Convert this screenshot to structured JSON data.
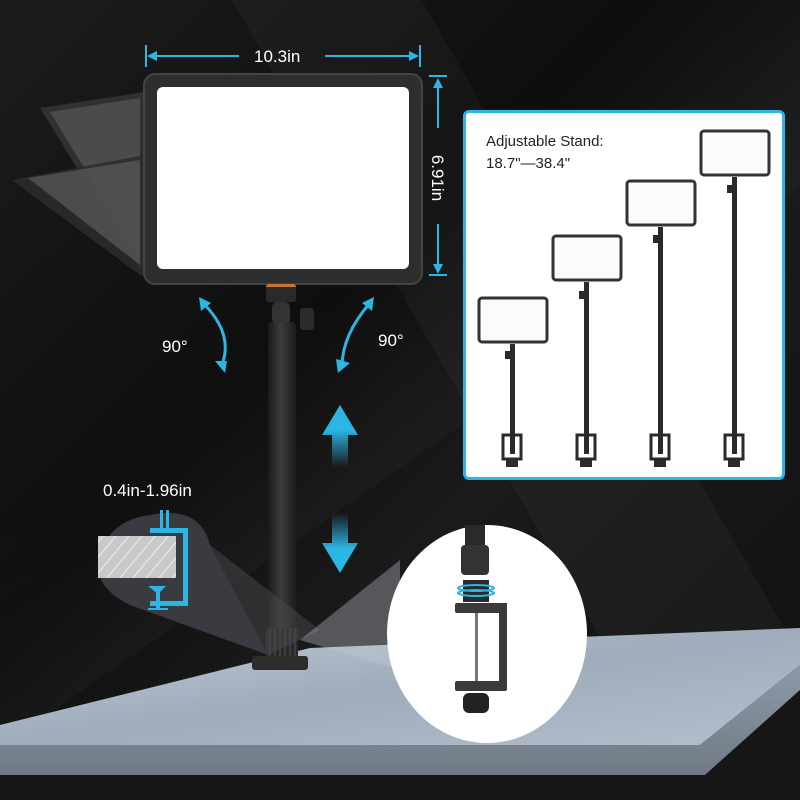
{
  "product": {
    "type": "LED video light panel with adjustable C-clamp stand"
  },
  "dimensions": {
    "width_label": "10.3in",
    "height_label": "6.91in"
  },
  "rotation": {
    "left_label": "90°",
    "right_label": "90°"
  },
  "clamp": {
    "range_label": "0.4in-1.96in"
  },
  "stand_panel": {
    "title": "Adjustable Stand:",
    "range": "18.7\"—38.4\"",
    "stages": 4
  },
  "colors": {
    "accent": "#2bb6e3",
    "background": "#141414",
    "desk": "#a9b6c4",
    "light_face": "#ffffff",
    "frame": "#2e2e2e"
  }
}
